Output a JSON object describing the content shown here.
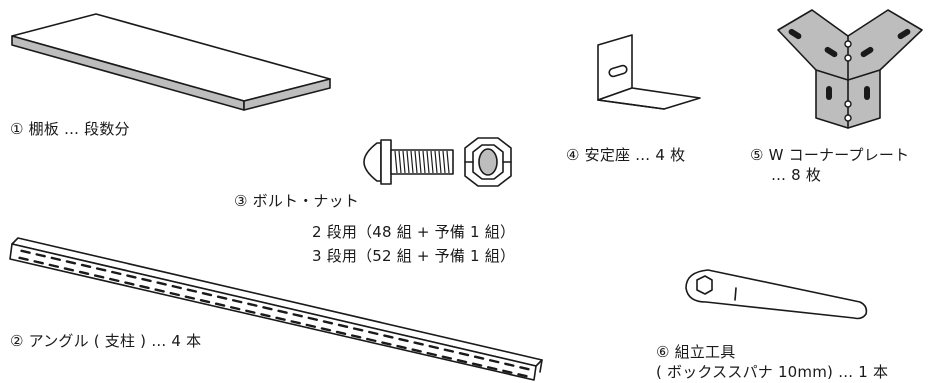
{
  "parts": {
    "shelf": {
      "label": "① 棚板 … 段数分"
    },
    "angle": {
      "label": "② アングル ( 支柱 ) … 4 本"
    },
    "bolt": {
      "label": "③ ボルト・ナット",
      "line1": "2 段用（48 組 + 予備 1 組）",
      "line2": "3 段用（52 組 + 予備 1 組）"
    },
    "base": {
      "label": "④ 安定座 … 4 枚"
    },
    "plate": {
      "label": "⑤ W コーナープレート",
      "count": "… 8 枚"
    },
    "tool": {
      "label": "⑥ 組立工具",
      "detail": "( ボックススパナ 10mm) … 1 本"
    }
  }
}
